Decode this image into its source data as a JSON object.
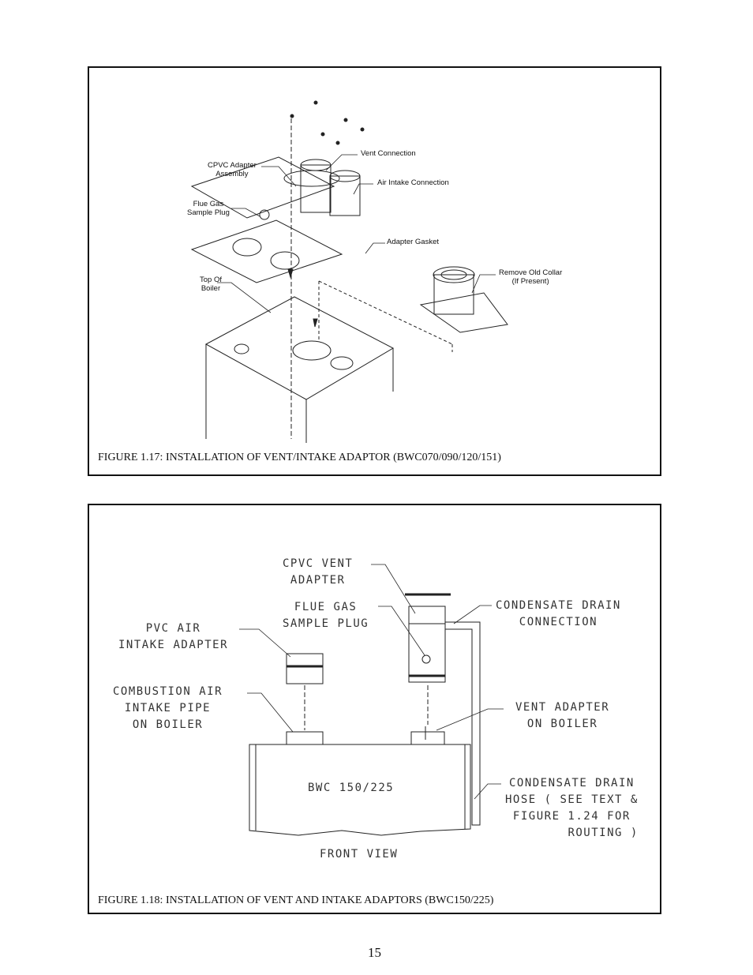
{
  "figure_1_17": {
    "caption": "FIGURE 1.17: INSTALLATION OF VENT/INTAKE ADAPTOR (BWC070/090/120/151)",
    "labels": {
      "cpvc_adapter_1": "CPVC Adapter",
      "cpvc_adapter_2": "Assembly",
      "vent_connection": "Vent Connection",
      "air_intake_connection": "Air Intake Connection",
      "flue_gas_1": "Flue Gas",
      "flue_gas_2": "Sample Plug",
      "adapter_gasket": "Adapter Gasket",
      "top_of_boiler_1": "Top Of",
      "top_of_boiler_2": "Boiler",
      "remove_collar_1": "Remove Old Collar",
      "remove_collar_2": "(If Present)"
    }
  },
  "figure_1_18": {
    "caption": "FIGURE 1.18: INSTALLATION OF VENT AND INTAKE ADAPTORS (BWC150/225)",
    "labels": {
      "cpvc_vent_1": "CPVC VENT",
      "cpvc_vent_2": "ADAPTER",
      "flue_gas_1": "FLUE GAS",
      "flue_gas_2": "SAMPLE PLUG",
      "pvc_air_1": "PVC AIR",
      "pvc_air_2": "INTAKE ADAPTER",
      "condensate_conn_1": "CONDENSATE DRAIN",
      "condensate_conn_2": "CONNECTION",
      "combustion_1": "COMBUSTION AIR",
      "combustion_2": "INTAKE PIPE",
      "combustion_3": "ON BOILER",
      "vent_adapter_1": "VENT ADAPTER",
      "vent_adapter_2": "ON BOILER",
      "model": "BWC 150/225",
      "hose_1": "CONDENSATE DRAIN",
      "hose_2": "HOSE ( SEE TEXT &",
      "hose_3": "FIGURE 1.24 FOR",
      "hose_4": "ROUTING )",
      "front_view": "FRONT VIEW"
    }
  },
  "page_number": "15"
}
